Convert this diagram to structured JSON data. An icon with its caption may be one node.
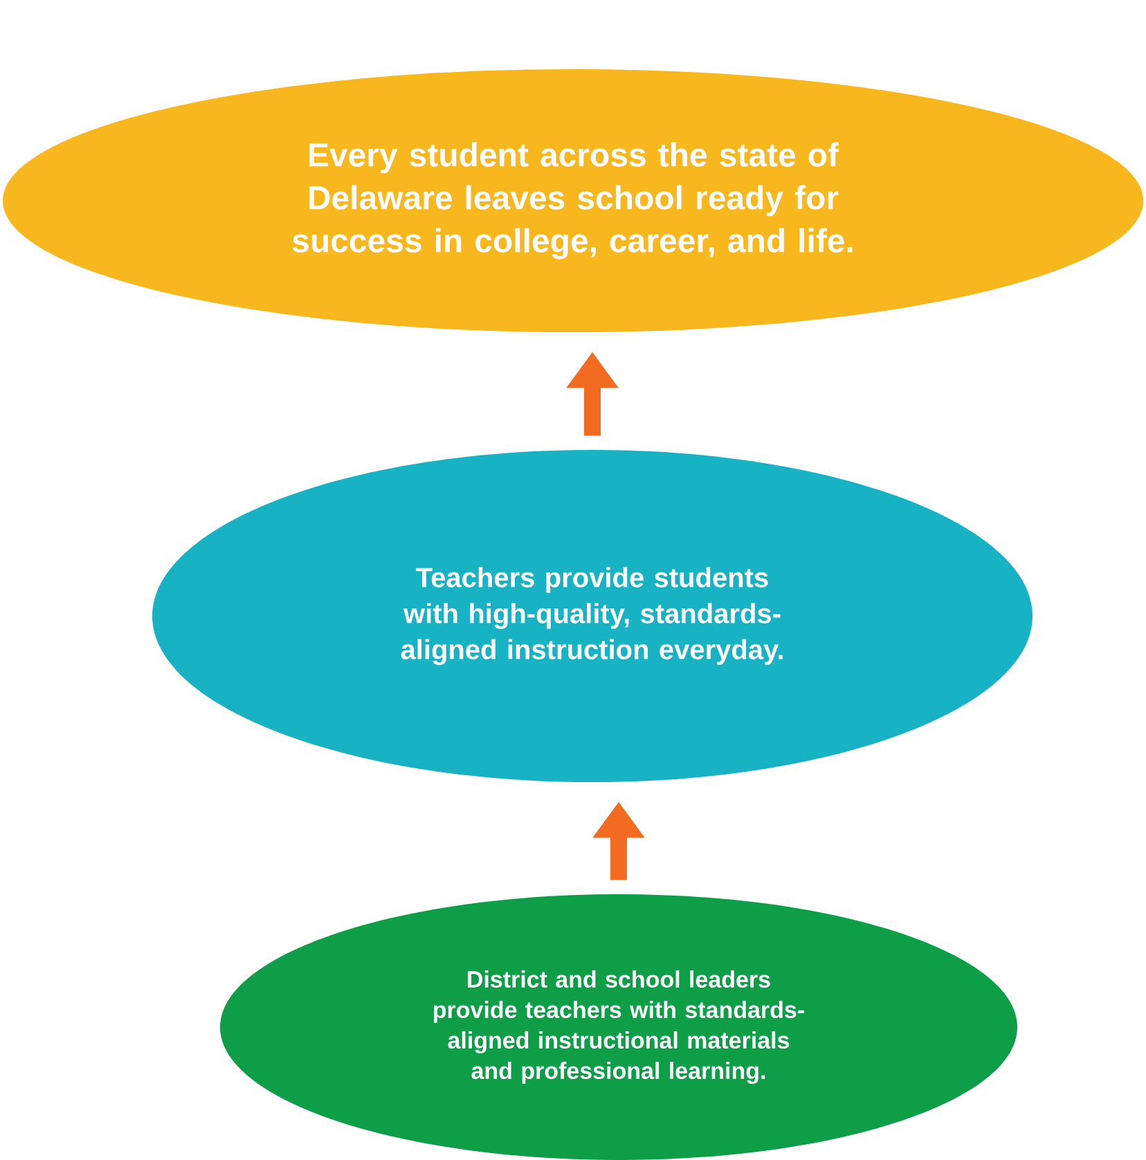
{
  "diagram": {
    "nodes": [
      {
        "text": [
          "Every student across the state of Delaware leaves school ready for success in college, career, and life."
        ]
      },
      {
        "text": [
          "Teachers provide students with high-quality, standards-aligned instruction everyday."
        ]
      },
      {
        "text": [
          "District and school leaders provide teachers with standards-aligned instructional materials and professional learning."
        ]
      }
    ],
    "edges": [
      {
        "from": 2,
        "to": 1,
        "arrow": "to"
      },
      {
        "from": 1,
        "to": 0,
        "arrow": "to"
      }
    ]
  }
}
